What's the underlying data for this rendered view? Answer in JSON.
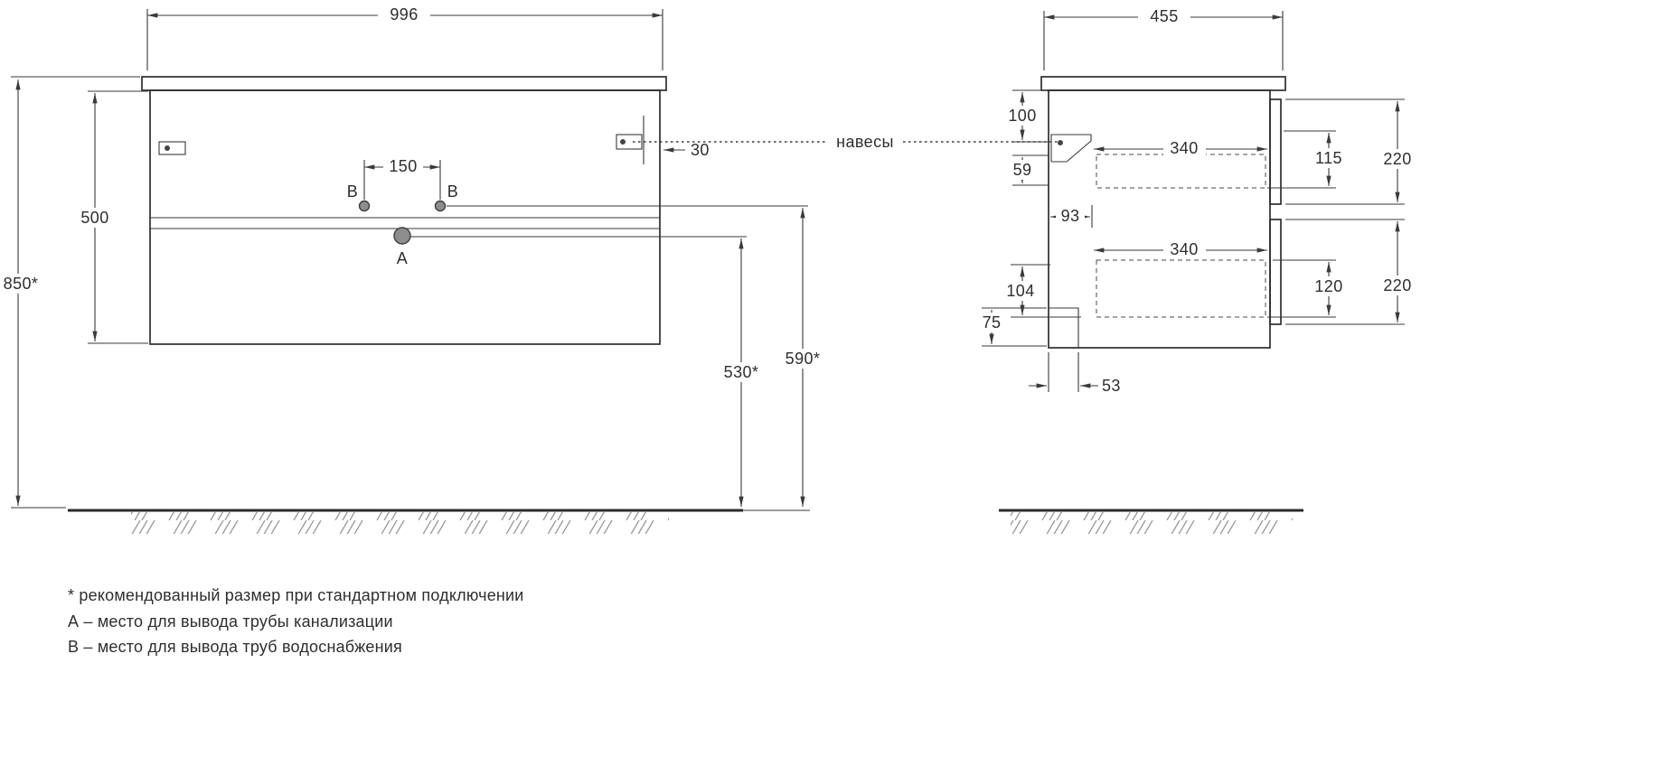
{
  "front_view": {
    "width": "996",
    "overall_height": "850*",
    "cabinet_height": "500",
    "faucet_hole_spacing": "150",
    "hanger_edge_offset": "30",
    "drain_outlet_height": "530*",
    "supply_outlet_height": "590*",
    "point_a_label": "A",
    "point_b_left_label": "B",
    "point_b_right_label": "B"
  },
  "side_view": {
    "depth": "455",
    "hanger_from_top": "100",
    "hanger_height": "59",
    "hanger_depth": "93",
    "outlet_from_bottom": "104",
    "recess_height": "75",
    "drawer_depth_top": "340",
    "drawer_depth_bottom": "340",
    "drawer_inner_height_top": "115",
    "drawer_inner_height_bottom": "120",
    "drawer_front_height_top": "220",
    "drawer_front_height_bottom": "220",
    "recess_depth": "53"
  },
  "callouts": {
    "hangers": "навесы"
  },
  "notes": {
    "asterisk": "* рекомендованный размер при стандартном подключении",
    "point_a": "А – место для вывода трубы канализации",
    "point_b": "В – место для вывода труб водоснабжения"
  }
}
